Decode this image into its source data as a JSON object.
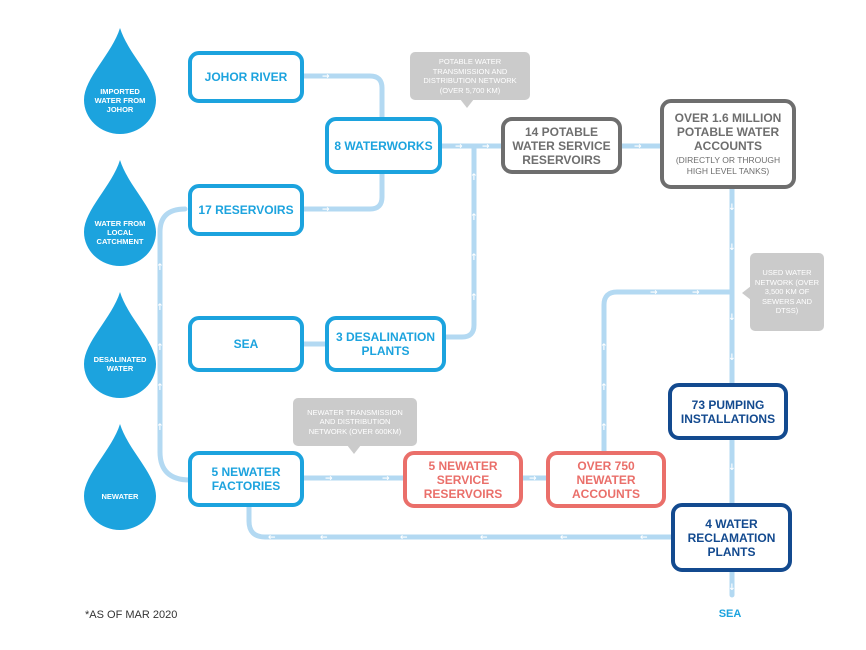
{
  "sources": [
    {
      "label": "IMPORTED WATER FROM JOHOR"
    },
    {
      "label": "WATER FROM LOCAL CATCHMENT"
    },
    {
      "label": "DESALINATED WATER"
    },
    {
      "label": "NEWATER"
    }
  ],
  "nodes": {
    "johor_river": {
      "label": "JOHOR RIVER"
    },
    "reservoirs": {
      "label": "17 RESERVOIRS"
    },
    "sea_source": {
      "label": "SEA"
    },
    "newater_factories": {
      "label": "5 NEWATER FACTORIES"
    },
    "waterworks": {
      "label": "8 WATERWORKS"
    },
    "desalination": {
      "label": "3 DESALINATION PLANTS"
    },
    "service_reservoirs": {
      "label": "14 POTABLE WATER SERVICE RESERVOIRS"
    },
    "accounts": {
      "label": "OVER 1.6 MILLION POTABLE WATER ACCOUNTS",
      "sub": "(DIRECTLY OR THROUGH HIGH LEVEL TANKS)"
    },
    "newater_service": {
      "label": "5 NEWATER SERVICE RESERVOIRS"
    },
    "newater_accounts": {
      "label": "OVER 750 NEWATER ACCOUNTS"
    },
    "pumping": {
      "label": "73 PUMPING INSTALLATIONS"
    },
    "reclamation": {
      "label": "4 WATER RECLAMATION PLANTS"
    }
  },
  "callouts": {
    "potable_network": "POTABLE WATER TRANSMISSION AND DISTRIBUTION NETWORK (OVER 5,700 KM)",
    "used_water": "USED WATER NETWORK (OVER 3,500 KM OF SEWERS AND DTSS)",
    "newater_network": "NEWATER TRANSMISSION AND DISTRIBUTION NETWORK (OVER 600KM)"
  },
  "sea_outlet": "SEA",
  "footnote": "*AS OF MAR 2020",
  "colors": {
    "drop": "#1ca3de",
    "pipe": "#b3d9f2",
    "potable": "#1ca3de",
    "service": "#6e6e6e",
    "newater_supply": "#ea6f6a",
    "used_water": "#134a8f",
    "callout": "#cbcbcb"
  }
}
